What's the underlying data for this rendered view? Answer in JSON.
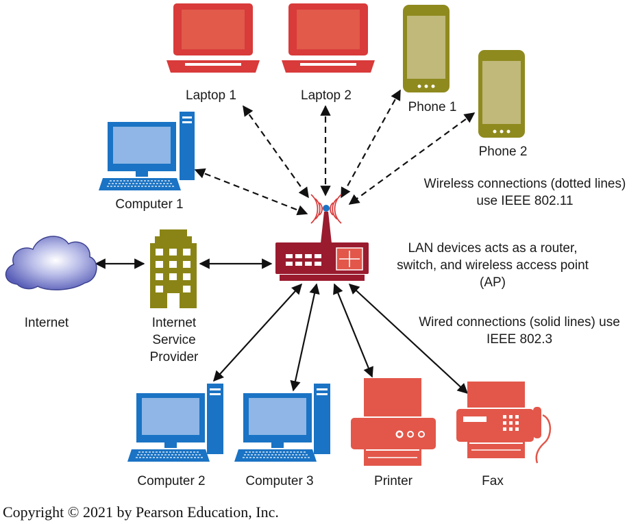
{
  "nodes": {
    "laptop1": "Laptop 1",
    "laptop2": "Laptop 2",
    "phone1": "Phone 1",
    "phone2": "Phone 2",
    "computer1": "Computer 1",
    "internet": "Internet",
    "isp": [
      "Internet",
      "Service",
      "Provider"
    ],
    "computer2": "Computer 2",
    "computer3": "Computer 3",
    "printer": "Printer",
    "fax": "Fax"
  },
  "notes": {
    "wireless": [
      "Wireless connections (dotted lines)",
      "use IEEE 802.11"
    ],
    "lan": [
      "LAN devices acts as a router,",
      "switch, and wireless access point",
      "(AP)"
    ],
    "wired": [
      "Wired connections (solid lines) use",
      "IEEE 802.3"
    ]
  },
  "footer": {
    "copyright": "Copyright © 2021 by Pearson Education, Inc."
  },
  "colors": {
    "laptop": "#d93a3a",
    "phone": "#8f8a1e",
    "computer": "#1a73c4",
    "computer_screen": "#8fb6e6",
    "router": "#9a1b2e",
    "isp": "#8a8416",
    "printer": "#e2574a",
    "cloud": "#5a5fb8"
  },
  "icons": {
    "laptop": "laptop-icon",
    "phone": "phone-icon",
    "computer": "desktop-computer-icon",
    "router": "router-icon",
    "isp": "building-icon",
    "internet": "cloud-icon",
    "printer": "printer-icon",
    "fax": "fax-icon"
  }
}
